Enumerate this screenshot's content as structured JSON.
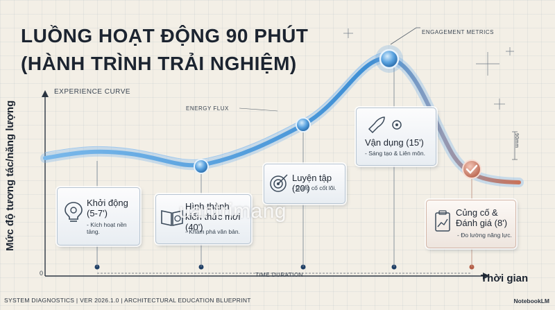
{
  "title_line1": "LUỒNG HOẠT ĐỘNG 90 PHÚT",
  "title_line2": "(HÀNH TRÌNH TRẢI NGHIỆM)",
  "labels": {
    "experience_curve": "EXPERIENCE CURVE",
    "energy_flux": "ENERGY FLUX",
    "engagement_metrics": "ENGAGEMENT METRICS",
    "time_duration": "TIME DURATION",
    "scale_marker": "90mm",
    "y_axis": "Mức độ tương tác/năng lượng",
    "x_axis": "Thời gian",
    "origin": "0"
  },
  "steps": [
    {
      "title": "Khởi động (5-7')",
      "desc": "- Kích hoạt nền tảng.",
      "icon": "lightbulb-gear-icon"
    },
    {
      "title": "Hình thành kiến thức mới (40')",
      "desc": "- Khám phá văn bản.",
      "icon": "open-book-icon"
    },
    {
      "title": "Luyện tập (20')",
      "desc": "- Củng cố cốt lõi.",
      "icon": "target-arrow-icon"
    },
    {
      "title": "Vận dụng (15')",
      "desc": "- Sáng tạo & Liên môn.",
      "icon": "rocket-gear-icon"
    },
    {
      "title": "Củng cố & Đánh giá (8')",
      "desc": "- Đo lường năng lực.",
      "icon": "clipboard-chart-icon"
    }
  ],
  "footer": "SYSTEM DIAGNOSTICS | VER 2026.1.0 | ARCHITECTURAL EDUCATION BLUEPRINT",
  "brand": "NotebookLM",
  "watermark": "uantrimang",
  "colors": {
    "curve_blue": "#3f8fd4",
    "curve_end": "#c9735a",
    "node_blue": "#2f7fca",
    "check_node": "#c9745e"
  }
}
